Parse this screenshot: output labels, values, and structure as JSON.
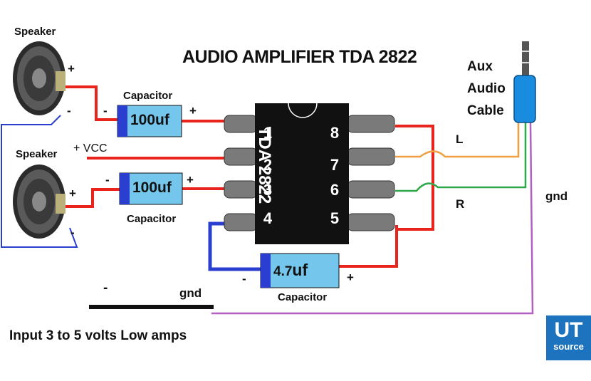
{
  "title": "AUDIO AMPLIFIER TDA 2822",
  "chip": {
    "name": "TDA 2822",
    "pins": [
      "1",
      "2",
      "3",
      "4",
      "5",
      "6",
      "7",
      "8"
    ]
  },
  "speakers": {
    "top_label": "Speaker",
    "bottom_label": "Speaker",
    "plus": "+",
    "minus": "-"
  },
  "capacitors": {
    "top": {
      "value": "100uf",
      "label": "Capacitor",
      "plus": "+",
      "minus": "-"
    },
    "middle": {
      "value": "100uf",
      "label": "Capacitor",
      "plus": "+",
      "minus": "-"
    },
    "bottom": {
      "value_prefix": "4.7",
      "value_suffix": "uf",
      "label": "Capacitor",
      "plus": "+",
      "minus": "-"
    }
  },
  "vcc_label": "+ VCC",
  "aux": {
    "line1": "Aux",
    "line2": "Audio",
    "line3": "Cable"
  },
  "channels": {
    "left": "L",
    "right": "R"
  },
  "gnd_right": "gnd",
  "gnd_bottom": "gnd",
  "ground_minus": "-",
  "footer": "Input 3 to 5 volts Low amps",
  "logo": {
    "line1": "UT",
    "line2": "source"
  },
  "colors": {
    "red": "#e8241c",
    "blue": "#2a3fd0",
    "orange": "#f0a040",
    "green": "#2fa84a",
    "purple": "#b060c0",
    "capacitor_body": "#74c6ec",
    "capacitor_band": "#2a3fd0",
    "chip": "#111111",
    "logo": "#1e73be"
  }
}
